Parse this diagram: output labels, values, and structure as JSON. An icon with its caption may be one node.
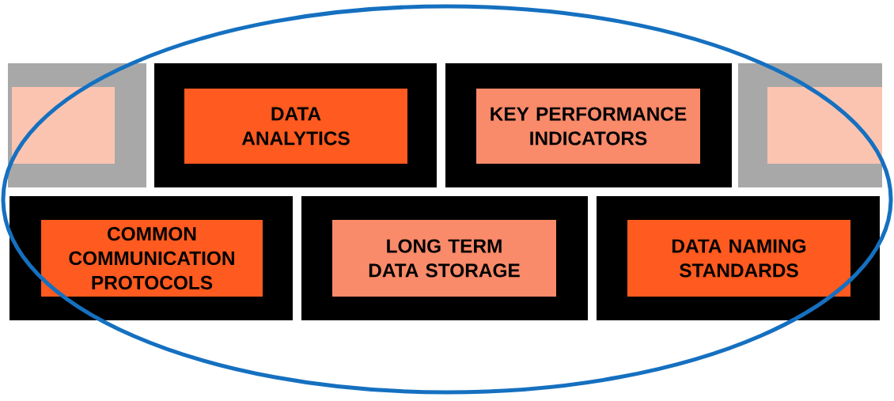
{
  "diagram": {
    "nodes": [
      {
        "text": [],
        "shape": "box"
      },
      {
        "text": [
          "DATA ANALYTICS"
        ]
      },
      {
        "text": [
          "KEY PERFORMANCE INDICATORS"
        ]
      },
      {
        "text": [],
        "shape": "box"
      },
      {
        "text": [
          "COMMON COMMUNICATION PROTOCOLS"
        ]
      },
      {
        "text": [
          "LONG TERM DATA STORAGE"
        ]
      },
      {
        "text": [
          "DATA NAMING STANDARDS"
        ]
      }
    ]
  }
}
